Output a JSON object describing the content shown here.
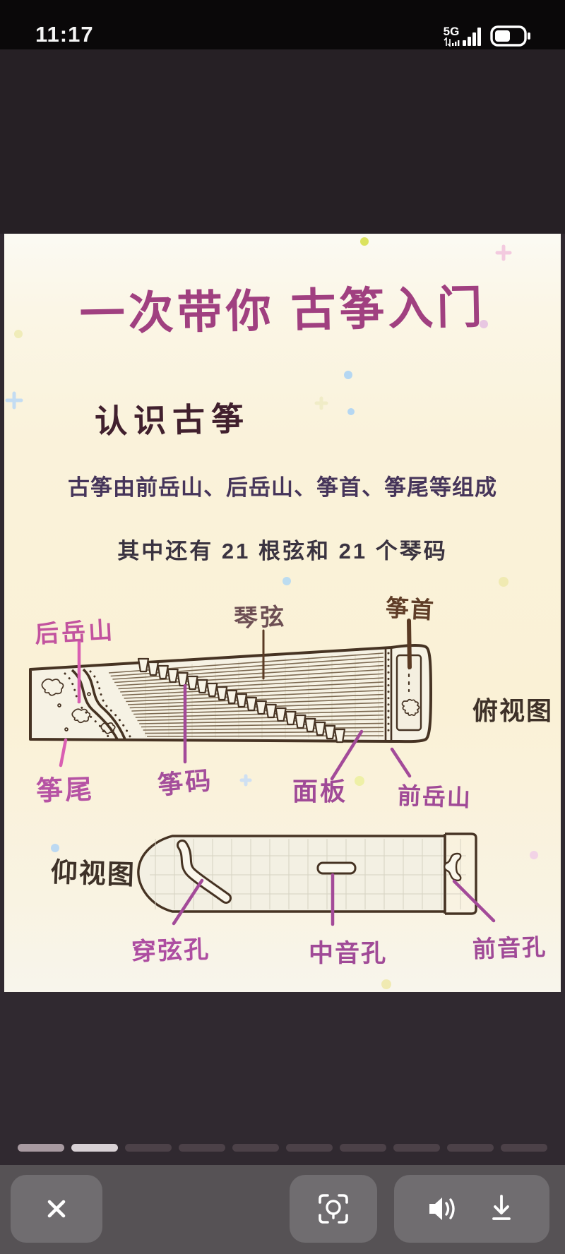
{
  "status_bar": {
    "time": "11:17",
    "network": "5G"
  },
  "image": {
    "title": "一次带你 古筝入门",
    "heading": "认识古筝",
    "intro_line": "古筝由前岳山、后岳山、筝首、筝尾等组成",
    "count_line": "其中还有 21 根弦和 21 个琴码",
    "string_count": 21,
    "bridge_count": 21,
    "top_view": {
      "caption": "俯视图",
      "labels": {
        "hou_yue_shan": "后岳山",
        "qin_xian": "琴弦",
        "zheng_shou": "筝首",
        "zheng_wei": "筝尾",
        "zheng_ma": "筝码",
        "mian_ban": "面板",
        "qian_yue_shan": "前岳山"
      }
    },
    "bottom_view": {
      "caption": "仰视图",
      "labels": {
        "chuan_xian_kong": "穿弦孔",
        "zhong_yin_kong": "中音孔",
        "qian_yin_kong": "前音孔"
      }
    }
  },
  "pagination": {
    "total": 10,
    "active_index": 1,
    "leading_highlight_index": 0
  },
  "toolbar": {
    "icons": [
      "close-icon",
      "image-search-icon",
      "speaker-icon",
      "download-icon"
    ]
  },
  "colors": {
    "accent_pink": "#cd57a6",
    "accent_purple": "#a34a99",
    "ink_brown": "#463323",
    "title_purple": "#a04080",
    "background_cream": "#faf1d6",
    "page_background": "#302930",
    "pill_active": "#d8d1d5",
    "pill_leading": "#a89aa1",
    "pill_inactive": "#4c4148"
  }
}
